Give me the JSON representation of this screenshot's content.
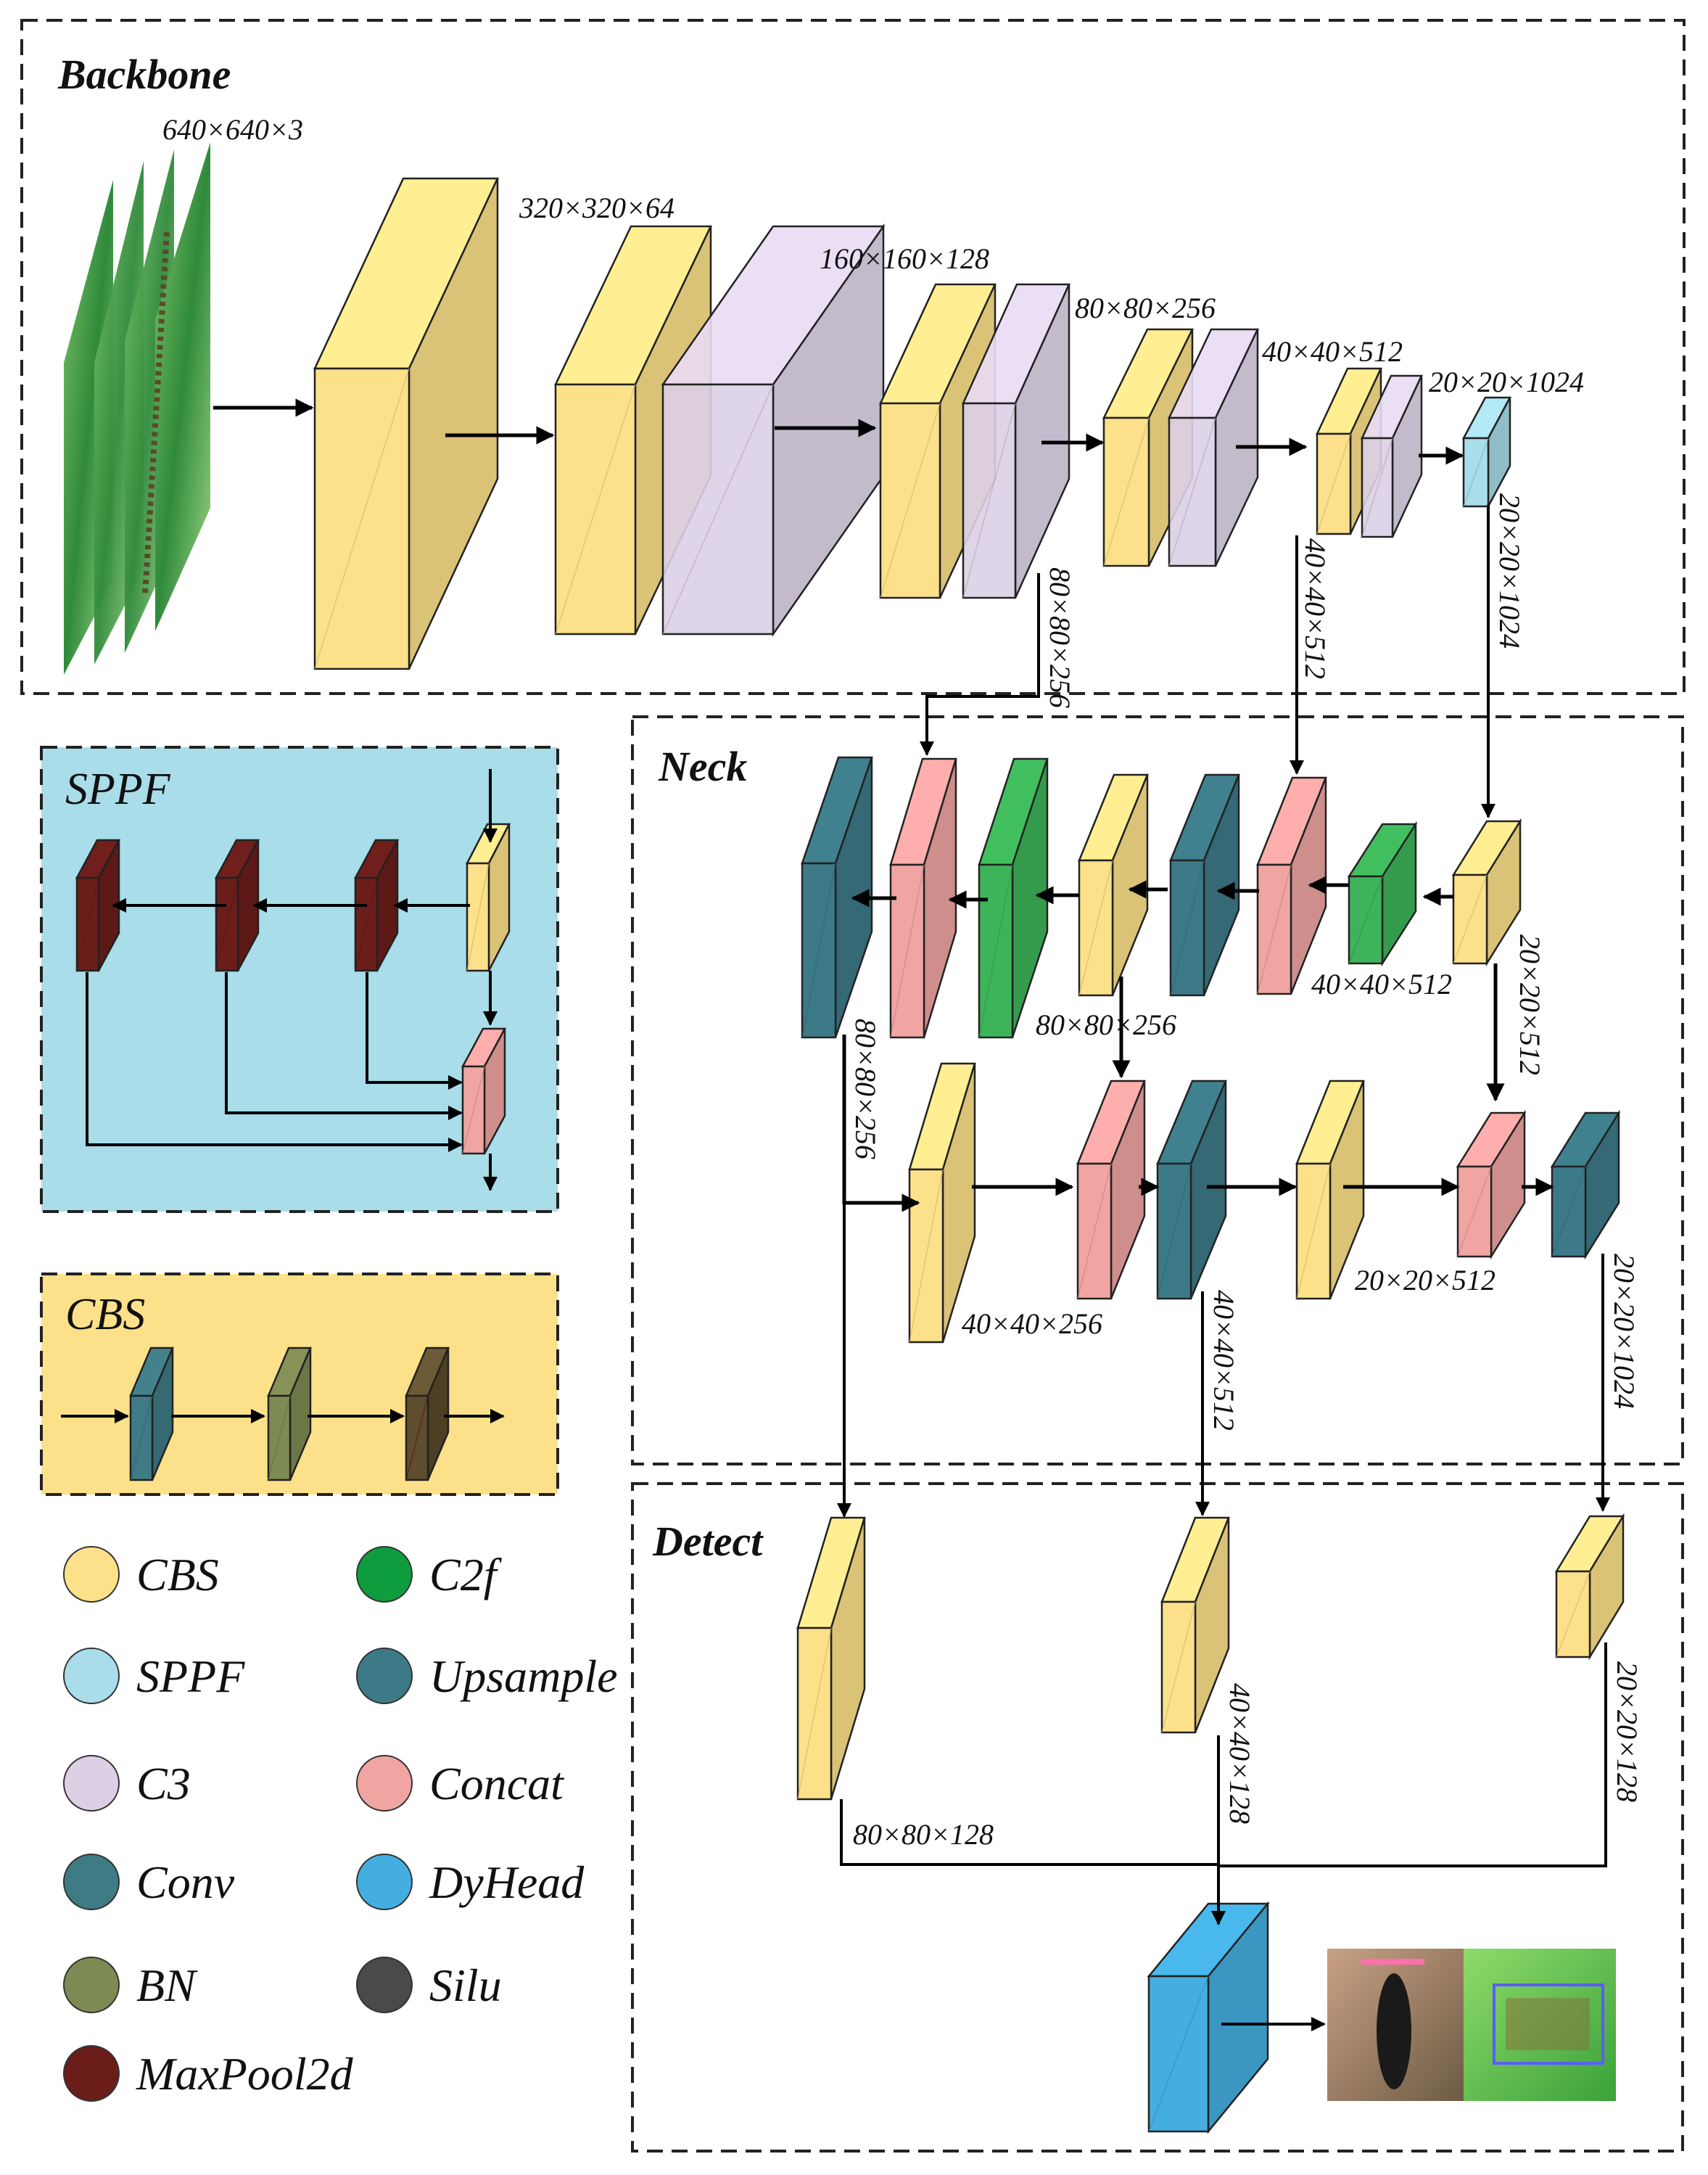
{
  "colors": {
    "CBS": "#FDE18A",
    "C2f": "#3DB45A",
    "SPPF": "#A8DDE9",
    "Upsample": "#3C7A88",
    "C3": "#DCD0E6",
    "Concat": "#F0A5A3",
    "Conv": "#3F7B84",
    "DyHead": "#45AEE0",
    "BN": "#7E8A53",
    "Silu": "#4A4A4A",
    "MaxPool2d": "#6B1D1A"
  },
  "sections": {
    "backbone": "Backbone",
    "neck": "Neck",
    "detect": "Detect",
    "sppf": "SPPF",
    "cbs": "CBS"
  },
  "backbone": {
    "input": "640×640×3",
    "s1": "320×320×64",
    "s2": "160×160×128",
    "s3": "80×80×256",
    "s4": "40×40×512",
    "s5": "20×20×1024"
  },
  "links": {
    "p3": "80×80×256",
    "p4": "40×40×512",
    "p5": "20×20×1024"
  },
  "neck": {
    "top_mid": "40×40×512",
    "top_left": "80×80×256",
    "right_down": "20×20×512",
    "left_down": "80×80×256",
    "bottom_left": "40×40×256",
    "bottom_right": "20×20×512",
    "out_mid": "40×40×512",
    "out_right": "20×20×1024"
  },
  "detect": {
    "left": "80×80×128",
    "mid": "40×40×128",
    "right": "20×20×128"
  },
  "legend": [
    {
      "label": "CBS",
      "color": "#FDE18A"
    },
    {
      "label": "C2f",
      "color": "#0E9D3E"
    },
    {
      "label": "SPPF",
      "color": "#A8DDE9"
    },
    {
      "label": "Upsample",
      "color": "#3C7A88"
    },
    {
      "label": "C3",
      "color": "#DCD0E6"
    },
    {
      "label": "Concat",
      "color": "#F0A5A3"
    },
    {
      "label": "Conv",
      "color": "#3F7B84"
    },
    {
      "label": "DyHead",
      "color": "#45AEE0"
    },
    {
      "label": "BN",
      "color": "#7E8A53"
    },
    {
      "label": "Silu",
      "color": "#4A4A4A"
    },
    {
      "label": "MaxPool2d",
      "color": "#6B1D1A"
    }
  ]
}
